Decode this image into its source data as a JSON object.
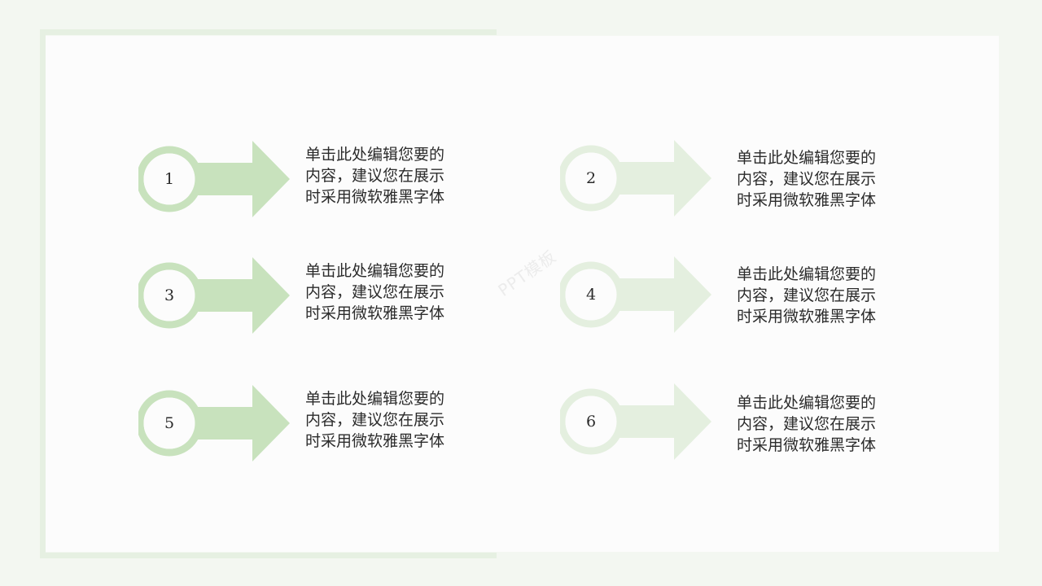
{
  "watermark": "PPT模板",
  "colors": {
    "background": "#f3f7f1",
    "card": "#fcfcfc",
    "accent_left": "#c8e2bd",
    "accent_right": "#e4efdf",
    "text": "#2b2b2b"
  },
  "items": [
    {
      "number": "1",
      "lines": [
        "单击此处编辑您要的",
        "内容，建议您在展示",
        "时采用微软雅黑字体"
      ]
    },
    {
      "number": "2",
      "lines": [
        "单击此处编辑您要的",
        "内容，建议您在展示",
        "时采用微软雅黑字体"
      ]
    },
    {
      "number": "3",
      "lines": [
        "单击此处编辑您要的",
        "内容，建议您在展示",
        "时采用微软雅黑字体"
      ]
    },
    {
      "number": "4",
      "lines": [
        "单击此处编辑您要的",
        "内容，建议您在展示",
        "时采用微软雅黑字体"
      ]
    },
    {
      "number": "5",
      "lines": [
        "单击此处编辑您要的",
        "内容，建议您在展示",
        "时采用微软雅黑字体"
      ]
    },
    {
      "number": "6",
      "lines": [
        "单击此处编辑您要的",
        "内容，建议您在展示",
        "时采用微软雅黑字体"
      ]
    }
  ]
}
